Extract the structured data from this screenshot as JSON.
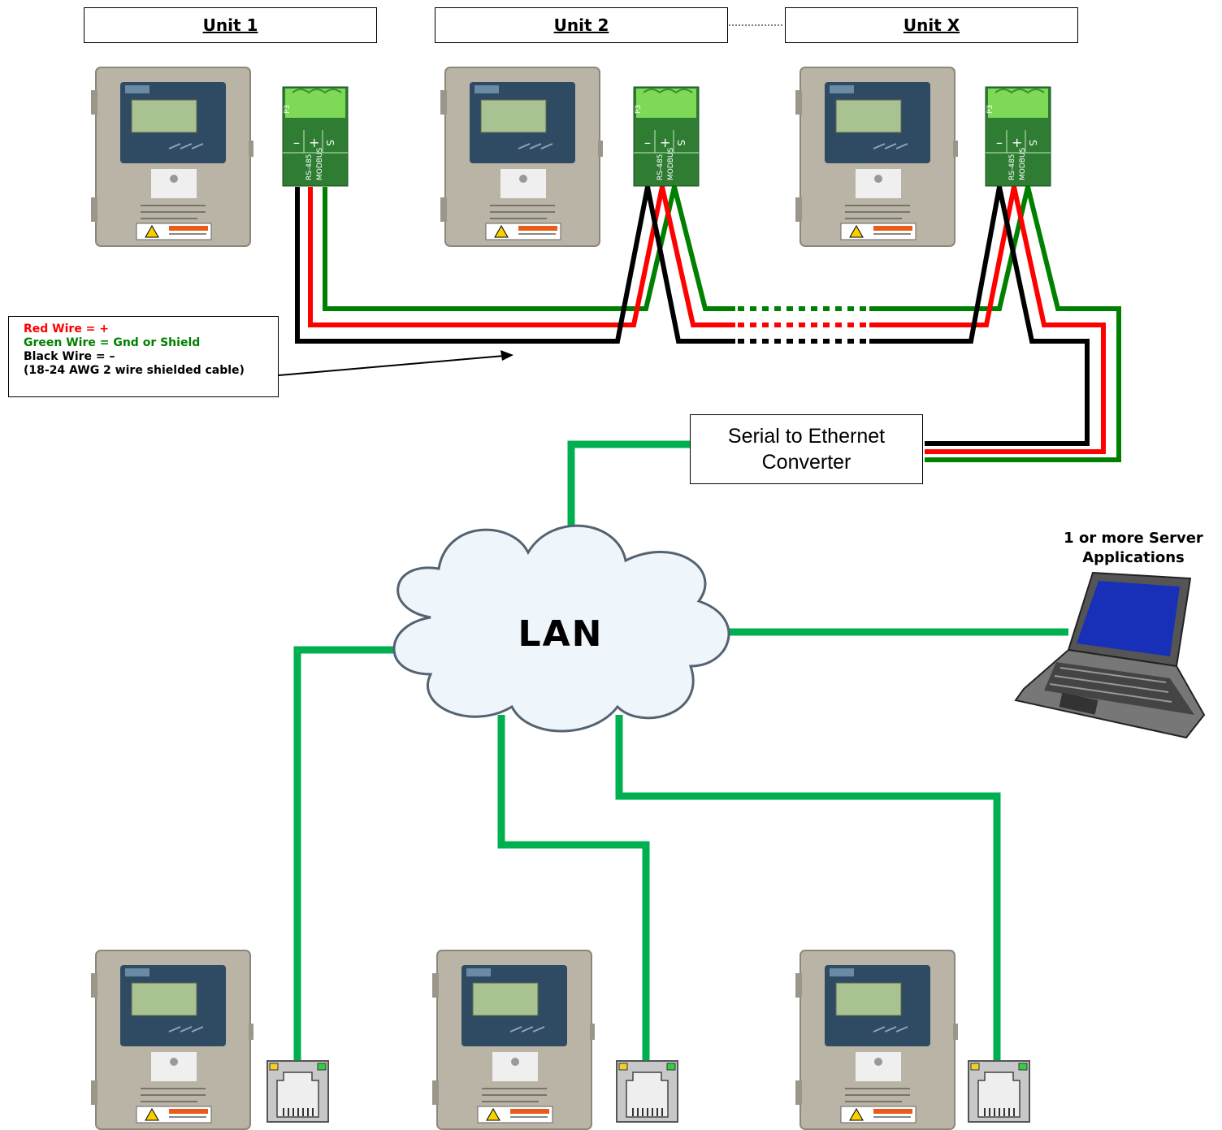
{
  "units": {
    "unit1": "Unit 1",
    "unit2": "Unit 2",
    "unitx": "Unit X"
  },
  "connector": {
    "port": "P3",
    "minus": "–",
    "plus": "+",
    "shield": "S",
    "label1": "RS-485",
    "label2": "MODBUS"
  },
  "legend": {
    "red": "Red Wire = +",
    "green": "Green Wire = Gnd or Shield",
    "black": "Black Wire = –",
    "cable": "(18-24 AWG 2 wire shielded cable)"
  },
  "converter": {
    "line1": "Serial to Ethernet",
    "line2": "Converter"
  },
  "lan": "LAN",
  "server": {
    "line1": "1 or more Server",
    "line2": "Applications"
  },
  "colors": {
    "red_wire": "#ff0000",
    "green_wire": "#008000",
    "black_wire": "#000000",
    "ethernet": "#00b050",
    "connector": "#2e7d32"
  }
}
